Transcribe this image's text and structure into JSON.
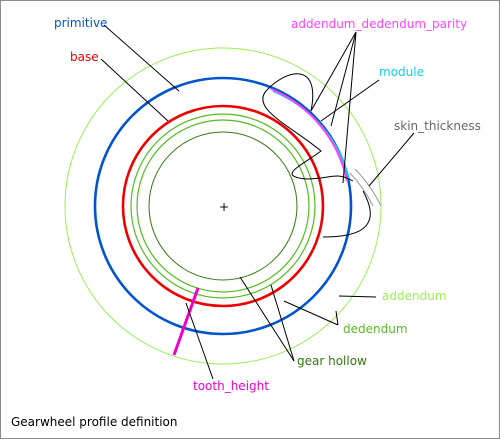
{
  "labels": {
    "primitive": "primitive",
    "base": "base",
    "addendum_dedendum_parity": "addendum_dedendum_parity",
    "module": "module",
    "skin_thickness": "skin_thickness",
    "addendum": "addendum",
    "dedendum": "dedendum",
    "gear_hollow": "gear hollow",
    "tooth_height": "tooth_height"
  },
  "caption": "Gearwheel profile definition",
  "center_marker": "+",
  "colors": {
    "primitive": "#0055cc",
    "base": "#ee0000",
    "addendum": "#99ee55",
    "dedendum": "#55bb22",
    "gear_hollow": "#337711",
    "addendum_dedendum_parity": "#ff44ff",
    "tooth_height": "#ee00cc",
    "module": "#11ccee",
    "skin_thickness": "#666666",
    "leader": "#000000"
  }
}
